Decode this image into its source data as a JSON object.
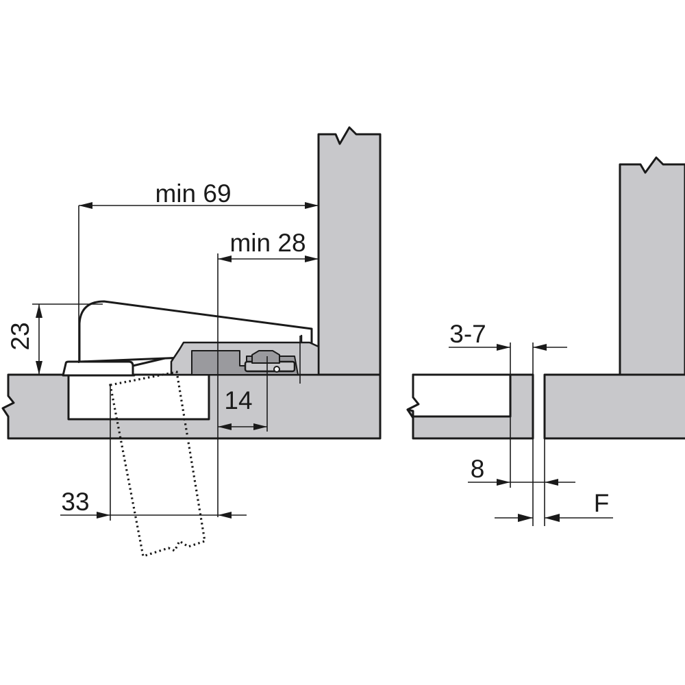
{
  "dimensions": {
    "min_69": "min 69",
    "min_28": "min 28",
    "height_23": "23",
    "offset_14": "14",
    "bore_33": "33",
    "range_3_7": "3-7",
    "reveal_8": "8",
    "gap_f": "F"
  },
  "icons": {
    "break_mark": "zigzag-break-icon",
    "arrowhead": "dimension-arrow-icon"
  },
  "colors": {
    "panel_fill": "#c8c8cb",
    "stroke": "#1a1a1a",
    "background": "#ffffff"
  }
}
